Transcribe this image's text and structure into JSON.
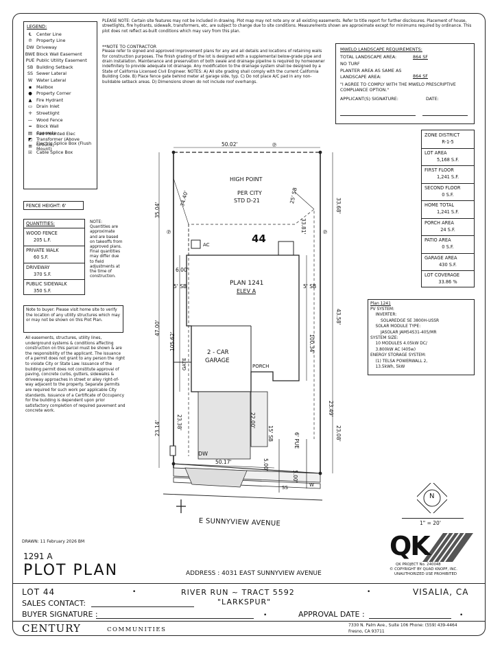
{
  "disclaimer": "PLEASE NOTE: Certain site features may not be included in drawing. Plot map may not note any or all existing easements. Refer to title report for further disclosures. Placement of house, streetlights, fire hydrants, sidewalk, transformers, etc, are subject to change due to site conditions. Measurements shown are approximate except for minimums required by ordinance. This plot does not reflect as-built conditions which may vary from this plan.",
  "legend": {
    "title": "LEGEND:",
    "items": [
      {
        "sym": "℄",
        "label": "Center Line"
      },
      {
        "sym": "℗",
        "label": "Property Line"
      },
      {
        "sym": "DW",
        "label": "Driveway"
      },
      {
        "sym": "BWE",
        "label": "Block Wall Easement"
      },
      {
        "sym": "PUE",
        "label": "Public Utility Easement"
      },
      {
        "sym": "SB",
        "label": "Building Setback"
      },
      {
        "sym": "SS",
        "label": "Sewer Lateral"
      },
      {
        "sym": "W",
        "label": "Water Lateral"
      },
      {
        "sym": "▪",
        "label": "Mailbox"
      },
      {
        "sym": "●",
        "label": "Property Corner"
      },
      {
        "sym": "▲",
        "label": "Fire Hydrant"
      },
      {
        "sym": "▭",
        "label": "Drain Inlet"
      },
      {
        "sym": "✛",
        "label": "Streetlight"
      },
      {
        "sym": "—",
        "label": "Wood Fence"
      },
      {
        "sym": "═",
        "label": "Block Wall"
      },
      {
        "sym": "▤",
        "label": "Concrete"
      },
      {
        "sym": "◩",
        "label": "Pad Mounted Elec Transformer (Above Ground)"
      },
      {
        "sym": "⊞",
        "label": "Electric Splice Box (Flush Mount)"
      },
      {
        "sym": "☒",
        "label": "Cable Splice Box"
      }
    ]
  },
  "contractor_note": {
    "title": "**NOTE TO CONTRACTOR",
    "body": "Please refer to signed and approved improvement plans for any and all details and locations of retaining walls for construction purposes. The finish grading of the lot is designed with a supplemental below-grade pipe and drain installation. Maintenance and preservation of both swale and drainage pipeline is required by homeowner indefinitely to provide adequate lot drainage. Any modification to the drainage system shall be designed by a State of California Licensed Civil Engineer. NOTES: A) All site grading shall comply with the current California Building Code. B) Place fence gate behind meter at garage side, typ. C) Do not place A/C pad in any non-buildable setback areas. D) Dimensions shown do not include roof overhangs."
  },
  "mwelo": {
    "title": "MWELO LANDSCAPE REQUIREMENTS:",
    "total_label": "TOTAL LANDSCAPE AREA:",
    "total_value": "864 SF",
    "no_turf": "NO TURF",
    "planter_label": "PLANTER AREA AS SAME AS LANDSCAPE AREA:",
    "planter_value": "864 SF",
    "agree": "\"I AGREE TO COMPLY WITH THE MWELO PRESCRIPTIVE COMPLIANCE OPTION.\"",
    "applicant_label": "APPLICANT(S) SIGNATURE:",
    "date_label": "DATE:"
  },
  "stats": [
    {
      "label": "ZONE DISTRICT",
      "value": "R-1-5"
    },
    {
      "label": "LOT AREA",
      "value": "5,168 S.F."
    },
    {
      "label": "FIRST FLOOR",
      "value": "1,241 S.F."
    },
    {
      "label": "SECOND FLOOR",
      "value": "0 S.F."
    },
    {
      "label": "HOME TOTAL",
      "value": "1,241 S.F."
    },
    {
      "label": "PORCH AREA",
      "value": "24 S.F."
    },
    {
      "label": "PATIO AREA",
      "value": "0 S.F."
    },
    {
      "label": "GARAGE AREA",
      "value": "430 S.F."
    },
    {
      "label": "LOT COVERAGE",
      "value": "33.86 %"
    }
  ],
  "fence_height": "FENCE HEIGHT: 6'",
  "quantities": {
    "title": "QUANTITIES:",
    "items": [
      {
        "label": "WOOD FENCE",
        "value": "205 L.F."
      },
      {
        "label": "PRIVATE WALK",
        "value": "60 S.F."
      },
      {
        "label": "DRIVEWAY",
        "value": "370 S.F."
      },
      {
        "label": "PUBLIC SIDEWALK",
        "value": "350 S.F."
      }
    ],
    "note": "NOTE: Quantities are approximate and are based on takeoffs from approved plans. Final quantities may differ due to field adjustments at the time of construction."
  },
  "buyer_note": "Note to buyer: Please visit home site to verify the location of any utility structures which may or may not be shown on this Plot Plan.",
  "easement_note": "All easements, structures, utility lines, underground systems & conditions affecting construction on this parcel must be shown & are the responsibility of the applicant. The issuance of a permit does not grant to any person the right to violate City or State Law. Issuance of the building permit does not constitute approval of paving, concrete curbs, gutters, sidewalks & driveway approaches in street or alley right-of-way adjacent to the property. Separate permits are required for such work per applicable City standards. Issuance of a Certificate of Occupancy for the building is dependent upon prior satisfactory completion of required pavement and concrete work.",
  "pv": {
    "title": "Plan 1241",
    "lines": [
      "PV SYSTEM:",
      "    INVERTER:",
      "        SOLAREDGE SE 3800H-USSR",
      "    SOLAR MODULE TYPE:",
      "        JASOLAR JAM54S31-405/MR",
      "SYSTEM SIZE:",
      "    10 MODULES 4.05kW DC/",
      "    3.800kW AC (405w)",
      "ENERGY STORAGE SYSTEM:",
      "    (1) TELSA POWERWALL 2,",
      "    13.5kWh, 5kW"
    ]
  },
  "site": {
    "lot_number": "44",
    "high_point": "HIGH POINT",
    "per_city": "PER CITY",
    "std": "STD D-21",
    "plan": "PLAN 1241",
    "elev": "ELEV A",
    "garage1": "2 - CAR",
    "garage2": "GARAGE",
    "porch": "PORCH",
    "ac": "AC",
    "gate": "GATE",
    "dw": "DW",
    "street": "E SUNNYVIEW AVENUE",
    "dims": {
      "top": "50.02'",
      "left_top": "35.04'",
      "diag_l": "34.40'",
      "diag_r": "25' SB",
      "right_top": "33.68'",
      "right_mid": "33.81'",
      "six": "6.00'",
      "sb_l": "5' SB",
      "sb_r": "5' SB",
      "left_mid": "47.00'",
      "house_l": "105.62'",
      "house_r": "100.34'",
      "right_low": "43.58'",
      "left_low": "23.14'",
      "g1": "23.38'",
      "g2": "22.00'",
      "g3": "15' SB",
      "g4": "6' PUE",
      "g5": "23.49'",
      "right_bot": "23.08'",
      "bottom": "50.17'",
      "five1": "5.00'",
      "five2": "5.00'",
      "ss": "SS",
      "w": "W",
      "pl": "℗"
    }
  },
  "north": "N",
  "scale": "1\" = 20'",
  "drawn": "DRAWN: 11 February 2026 BM",
  "plan_code": "1291 A",
  "plot_plan": "PLOT PLAN",
  "address": "ADDRESS : 4031 EAST SUNNYVIEW AVENUE",
  "qk": {
    "logo": "QK",
    "project": "QK PROJECT No. 240048",
    "copyright": "© COPYRIGHT BY QUAD KNOPF, INC.",
    "unauth": "UNAUTHORIZED USE PROHIBITED"
  },
  "titleblock": {
    "lot": "LOT 44",
    "tract": "RIVER RUN ~ TRACT 5592",
    "city": "VISALIA, CA",
    "larkspur": "\"LARKSPUR\"",
    "sales": "SALES CONTACT:",
    "buyer_sig": "BUYER SIGNATURE :",
    "approval": "APPROVAL DATE :",
    "company_big": "CENTURY",
    "company_small": "COMMUNITIES",
    "addr1": "7330 N. Palm Ave., Suite 106   Phone: (559) 439-4464",
    "addr2": "Fresno, CA  93711"
  }
}
